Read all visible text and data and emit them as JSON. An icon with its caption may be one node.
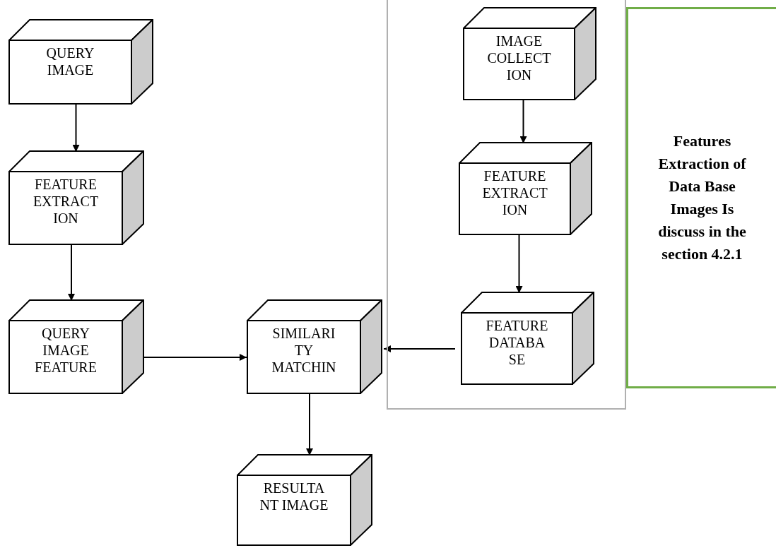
{
  "diagram": {
    "nodes": [
      {
        "text": [
          "QUERY IMAGE"
        ]
      },
      {
        "text": [
          "FEATURE EXTRACT ION"
        ]
      },
      {
        "text": [
          "QUERY IMAGE FEATURE"
        ]
      },
      {
        "text": [
          "SIMILARI TY MATCHIN"
        ]
      },
      {
        "text": [
          "RESULTA NT IMAGE"
        ]
      },
      {
        "text": [],
        "shape": "box"
      },
      {
        "text": [
          "IMAGE COLLECT ION"
        ],
        "in": 5
      },
      {
        "text": [
          "FEATURE EXTRACT ION"
        ],
        "in": 5
      },
      {
        "text": [
          "FEATURE DATABA SE"
        ],
        "in": 5
      },
      {
        "text": [
          "Features Extraction of Data Base Images Is discuss in the section 4.2.1"
        ]
      }
    ],
    "edges": [
      {
        "from": 0,
        "to": 1,
        "arrow": "to"
      },
      {
        "from": 1,
        "to": 2,
        "arrow": "to"
      },
      {
        "from": 2,
        "to": 3,
        "arrow": "to"
      },
      {
        "from": 3,
        "to": 4,
        "arrow": "to"
      },
      {
        "from": 6,
        "to": 7,
        "arrow": "to"
      },
      {
        "from": 7,
        "to": 8,
        "arrow": "to"
      },
      {
        "from": 8,
        "to": 3,
        "arrow": "to"
      }
    ]
  }
}
